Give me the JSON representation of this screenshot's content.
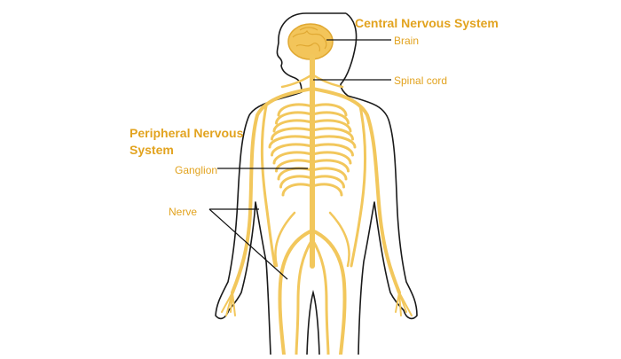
{
  "colors": {
    "nerve": "#f2c75c",
    "nerve_dark": "#e0a832",
    "brain": "#f3c55a",
    "label_text": "#e2a31f",
    "outline": "#1a1a1a",
    "leader": "#111111"
  },
  "diagram": {
    "central_heading": "Central Nervous System",
    "peripheral_heading": "Peripheral Nervous System",
    "labels": {
      "brain": "Brain",
      "spinal_cord": "Spinal cord",
      "ganglion": "Ganglion",
      "nerve": "Nerve"
    }
  }
}
